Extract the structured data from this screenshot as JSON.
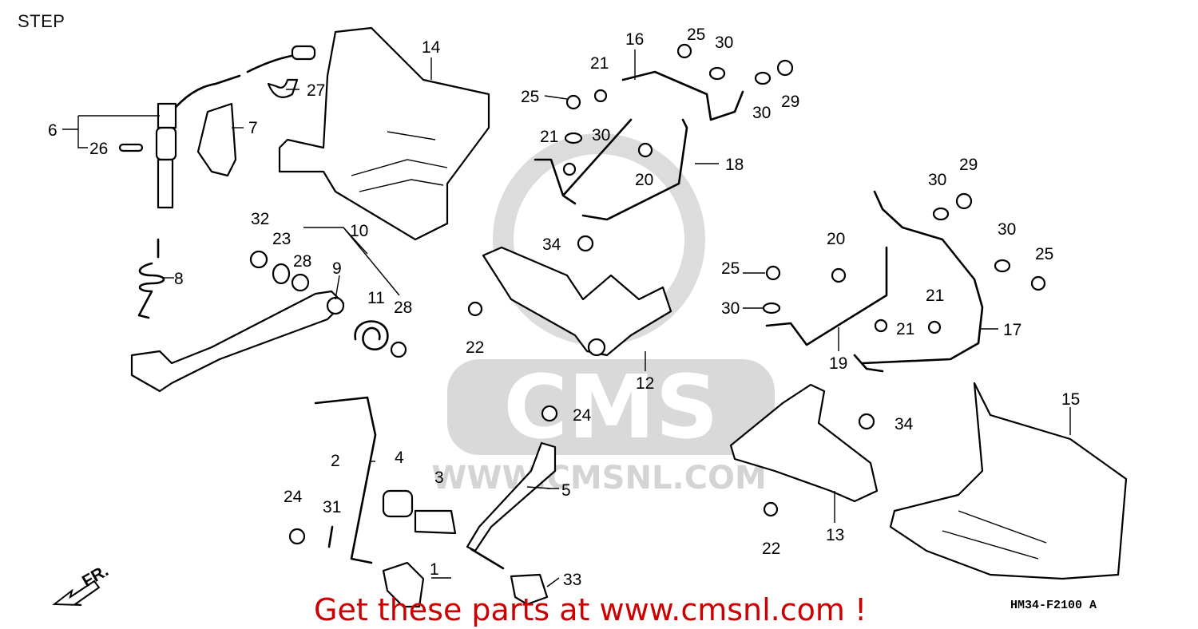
{
  "title": "STEP",
  "watermark": {
    "logo_text": "CMS",
    "url_text": "WWW.CMSNL.COM"
  },
  "footer": {
    "code": "HM34-F2100 A",
    "promo": "Get these parts at www.cmsnl.com !"
  },
  "direction_label": "FR.",
  "callouts": {
    "n1": "1",
    "n2": "2",
    "n3": "3",
    "n4": "4",
    "n5": "5",
    "n6": "6",
    "n7": "7",
    "n8": "8",
    "n9": "9",
    "n10": "10",
    "n11": "11",
    "n12": "12",
    "n13": "13",
    "n14": "14",
    "n15": "15",
    "n16": "16",
    "n17": "17",
    "n18": "18",
    "n19": "19",
    "n20": "20",
    "n21": "21",
    "n22": "22",
    "n23": "23",
    "n24": "24",
    "n25": "25",
    "n26": "26",
    "n27": "27",
    "n28": "28",
    "n29": "29",
    "n30": "30",
    "n31": "31",
    "n32": "32",
    "n33": "33",
    "n34": "34"
  }
}
